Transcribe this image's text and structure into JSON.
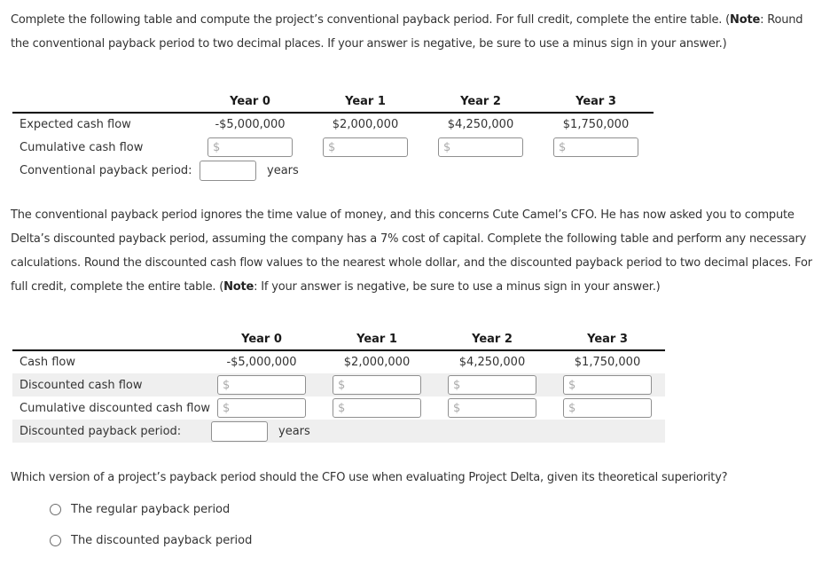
{
  "intro": {
    "pre_note": "Complete the following table and compute the project’s conventional payback period. For full credit, complete the entire table. (",
    "note_label": "Note",
    "post_note": ": Round the conventional payback period to two decimal places. If your answer is negative, be sure to use a minus sign in your answer.)"
  },
  "conventional_table": {
    "headers": [
      "Year 0",
      "Year 1",
      "Year 2",
      "Year 3"
    ],
    "expected_row": {
      "label": "Expected cash flow",
      "values": [
        "-$5,000,000",
        "$2,000,000",
        "$4,250,000",
        "$1,750,000"
      ]
    },
    "cumulative_row": {
      "label": "Cumulative cash flow",
      "input_prefix": "$",
      "inputs": [
        "",
        "",
        "",
        ""
      ]
    },
    "payback_row": {
      "label": "Conventional payback period:",
      "input_value": "",
      "unit": "years"
    }
  },
  "discounted_intro": {
    "pre_note": "The conventional payback period ignores the time value of money, and this concerns Cute Camel’s CFO. He has now asked you to compute Delta’s discounted payback period, assuming the company has a 7% cost of capital. Complete the following table and perform any necessary calculations. Round the discounted cash flow values to the nearest whole dollar, and the discounted payback period to two decimal places. For full credit, complete the entire table. (",
    "note_label": "Note",
    "post_note": ": If your answer is negative, be sure to use a minus sign in your answer.)"
  },
  "discounted_table": {
    "headers": [
      "Year 0",
      "Year 1",
      "Year 2",
      "Year 3"
    ],
    "cash_flow_row": {
      "label": "Cash flow",
      "values": [
        "-$5,000,000",
        "$2,000,000",
        "$4,250,000",
        "$1,750,000"
      ]
    },
    "discounted_row": {
      "label": "Discounted cash flow",
      "input_prefix": "$",
      "inputs": [
        "",
        "",
        "",
        ""
      ]
    },
    "cumulative_row": {
      "label": "Cumulative discounted cash flow",
      "input_prefix": "$",
      "inputs": [
        "",
        "",
        "",
        ""
      ]
    },
    "payback_row": {
      "label": "Discounted payback period:",
      "input_value": "",
      "unit": "years"
    }
  },
  "question": {
    "text": "Which version of a project’s payback period should the CFO use when evaluating Project Delta, given its theoretical superiority?",
    "options": [
      {
        "label": "The regular payback period",
        "selected": false
      },
      {
        "label": "The discounted payback period",
        "selected": false
      }
    ]
  },
  "colors": {
    "text": "#333333",
    "header_rule": "#000000",
    "row_stripe": "#efefef",
    "input_border": "#8f8f8f",
    "dollar_prefix": "#a9a9a9",
    "background": "#ffffff"
  }
}
